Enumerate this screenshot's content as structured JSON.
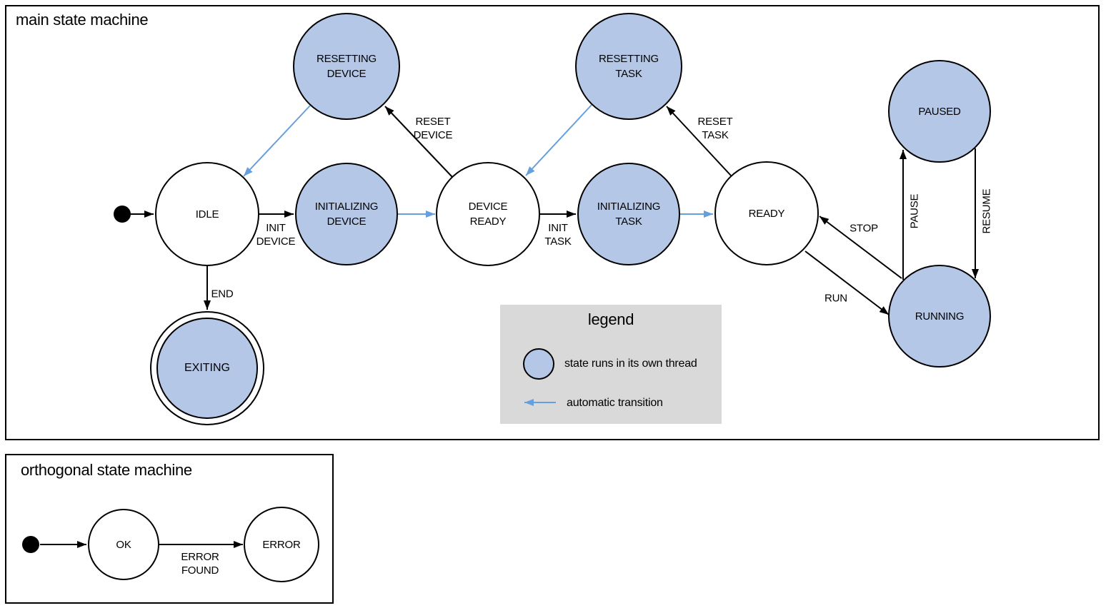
{
  "colors": {
    "threaded_state_fill": "#b4c7e7",
    "state_border": "#000000",
    "automatic_transition_blue": "#669fdd",
    "legend_background": "#d9d9d9"
  },
  "main_machine": {
    "title": "main state machine",
    "states": [
      {
        "label": "IDLE",
        "threaded": false
      },
      {
        "label": "RESETTING\nDEVICE",
        "threaded": true
      },
      {
        "label": "INITIALIZING\nDEVICE",
        "threaded": true
      },
      {
        "label": "DEVICE\nREADY",
        "threaded": false
      },
      {
        "label": "RESETTING\nTASK",
        "threaded": true
      },
      {
        "label": "INITIALIZING\nTASK",
        "threaded": true
      },
      {
        "label": "READY",
        "threaded": false
      },
      {
        "label": "PAUSED",
        "threaded": true
      },
      {
        "label": "RUNNING",
        "threaded": true
      },
      {
        "label": "EXITING",
        "threaded": true,
        "final": true
      }
    ],
    "transition_labels": [
      {
        "label": "INIT\nDEVICE"
      },
      {
        "label": "RESET\nDEVICE"
      },
      {
        "label": "INIT\nTASK"
      },
      {
        "label": "RESET\nTASK"
      },
      {
        "label": "STOP"
      },
      {
        "label": "RUN"
      },
      {
        "label": "PAUSE"
      },
      {
        "label": "RESUME"
      },
      {
        "label": "END"
      }
    ]
  },
  "legend": {
    "title": "legend",
    "thread_item_label": "state runs in its own thread",
    "auto_item_label": "automatic transition"
  },
  "orthogonal_machine": {
    "title": "orthogonal state machine",
    "states": [
      {
        "label": "OK"
      },
      {
        "label": "ERROR"
      }
    ],
    "transition_labels": [
      {
        "label": "ERROR\nFOUND"
      }
    ]
  }
}
